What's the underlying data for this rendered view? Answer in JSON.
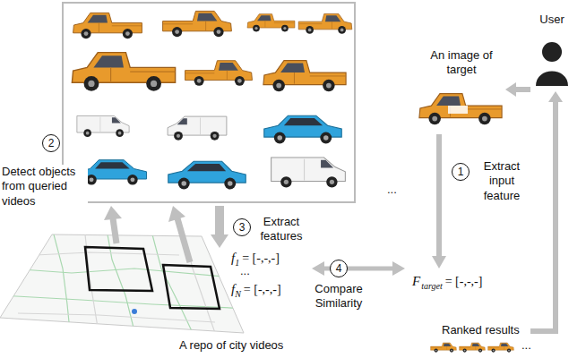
{
  "diagram": {
    "nodes": [
      {
        "text": [
          "2"
        ]
      },
      {
        "text": [
          "1"
        ]
      },
      {
        "text": [
          "3"
        ]
      },
      {
        "text": [
          "4"
        ]
      }
    ],
    "labels": [
      "User",
      "An image of target",
      "...",
      "Detect objects from queried videos",
      "Extract input feature",
      "Extract features",
      "f",
      "1",
      "= [-,-,-]",
      "...",
      "f",
      "N",
      "= [-,-,-]",
      "Compare Similarity",
      "F",
      "target",
      "= [-,-,-]",
      "Ranked results",
      "...",
      "A repo of city videos"
    ]
  }
}
